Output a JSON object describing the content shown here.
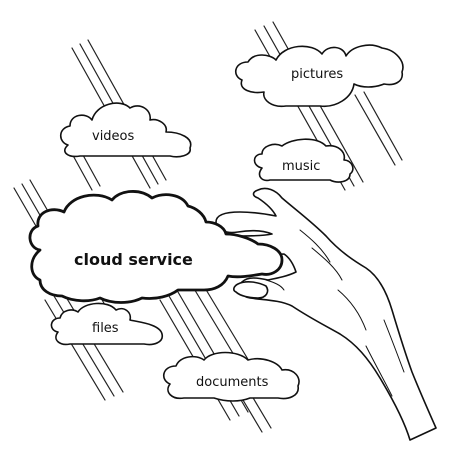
{
  "colors": {
    "line": "#111111",
    "fill": "#ffffff"
  },
  "icons": {
    "hand": "hand-icon"
  },
  "clouds": {
    "main": "cloud service",
    "videos": "videos",
    "pictures": "pictures",
    "music": "music",
    "files": "files",
    "documents": "documents"
  }
}
